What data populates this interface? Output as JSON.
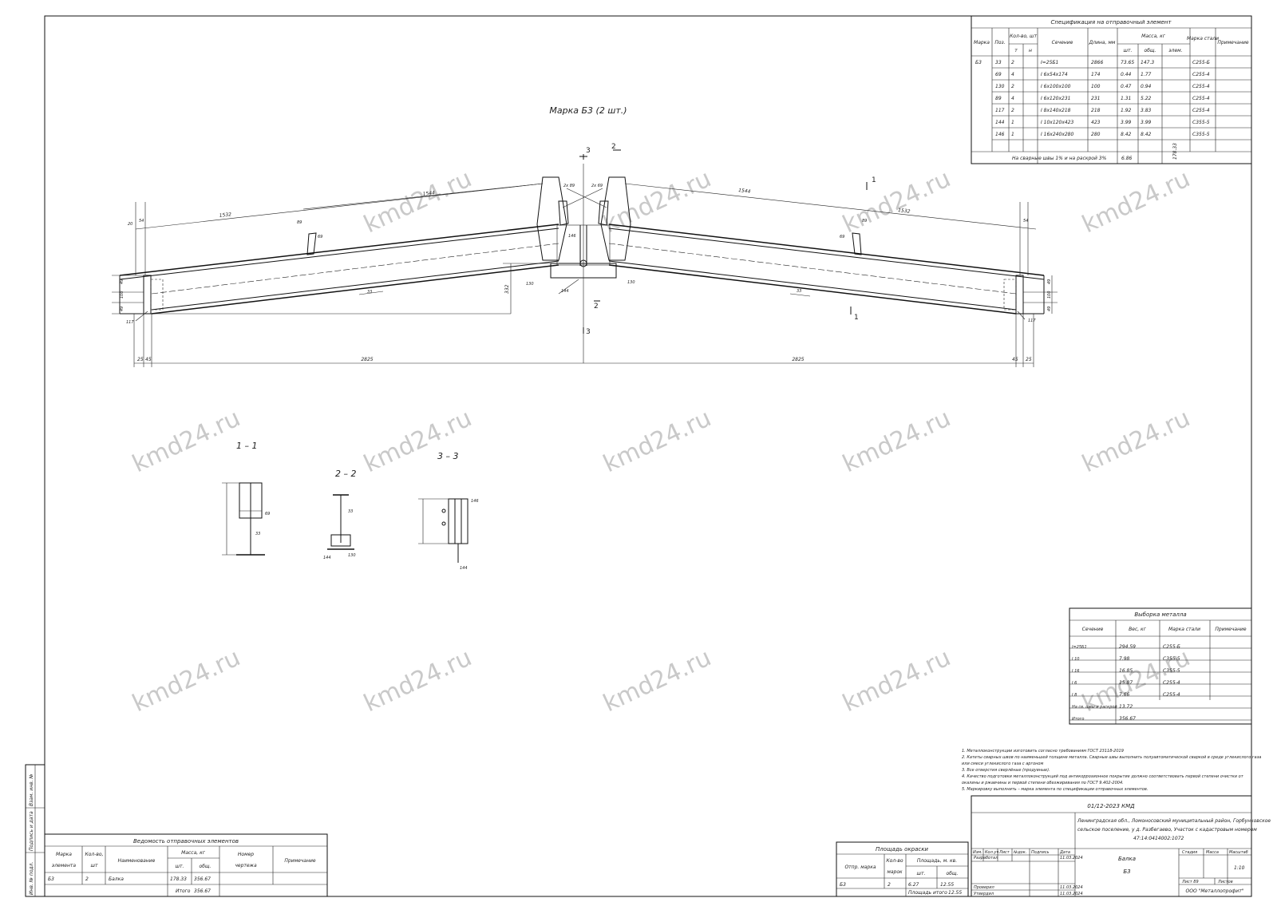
{
  "title": "Марка Б3 (2 шт.)",
  "spec": {
    "caption": "Спецификация на отправочный элемент",
    "headers": {
      "mark": "Марка",
      "pos": "Поз.",
      "qty": "Кол-во, шт",
      "qty_t": "т",
      "qty_n": "н",
      "section": "Сечение",
      "length": "Длина, мм",
      "mass": "Масса, кг",
      "mass_pc": "шт.",
      "mass_total": "общ.",
      "mass_el": "элем.",
      "steel": "Марка стали",
      "note": "Примечание"
    },
    "mark": "Б3",
    "rows": [
      {
        "pos": "33",
        "qty": "2",
        "section": "I=25Б1",
        "length": "2866",
        "m1": "73.65",
        "m2": "147.3",
        "steel": "С255-Б"
      },
      {
        "pos": "69",
        "qty": "4",
        "section": "I 6x54x174",
        "length": "174",
        "m1": "0.44",
        "m2": "1.77",
        "steel": "С255-4"
      },
      {
        "pos": "130",
        "qty": "2",
        "section": "I 6x100x100",
        "length": "100",
        "m1": "0.47",
        "m2": "0.94",
        "steel": "С255-4"
      },
      {
        "pos": "89",
        "qty": "4",
        "section": "I 6x120x231",
        "length": "231",
        "m1": "1.31",
        "m2": "5.22",
        "steel": "С255-4"
      },
      {
        "pos": "117",
        "qty": "2",
        "section": "I 8x140x218",
        "length": "218",
        "m1": "1.92",
        "m2": "3.83",
        "steel": "С255-4"
      },
      {
        "pos": "144",
        "qty": "1",
        "section": "I 10x120x423",
        "length": "423",
        "m1": "3.99",
        "m2": "3.99",
        "steel": "С355-5"
      },
      {
        "pos": "146",
        "qty": "1",
        "section": "I 16x240x280",
        "length": "280",
        "m1": "8.42",
        "m2": "8.42",
        "steel": "С355-5"
      }
    ],
    "weld_note": "На сварные швы 1% и на раскрой 3%",
    "weld_mass": "6.86",
    "element_mass": "178.33"
  },
  "metal": {
    "caption": "Выборка металла",
    "headers": [
      "Сечение",
      "Вес, кг",
      "Марка стали",
      "Примечание"
    ],
    "rows": [
      [
        "I=25Б1",
        "294.59",
        "С255-Б",
        ""
      ],
      [
        "I 10",
        "7.98",
        "С355-5",
        ""
      ],
      [
        "I 16",
        "16.85",
        "С355-5",
        ""
      ],
      [
        "I 6",
        "15.87",
        "С255-4",
        ""
      ],
      [
        "I 8",
        "7.66",
        "С255-4",
        ""
      ],
      [
        "На св. швы и раскрой",
        "13.72",
        "",
        ""
      ],
      [
        "Итого",
        "356.67",
        "",
        ""
      ]
    ]
  },
  "dispatch": {
    "caption": "Ведомость отправочных элементов",
    "headers": {
      "mark": "Марка элемента",
      "qty": "Кол-во, шт",
      "name": "Наименование",
      "mass": "Масса, кг",
      "pc": "шт.",
      "total": "общ.",
      "drawing": "Номер чертежа",
      "note": "Примечание"
    },
    "row": {
      "mark": "Б3",
      "qty": "2",
      "name": "Балка",
      "pc": "178.33",
      "total": "356.67"
    },
    "total_label": "Итого",
    "total": "356.67"
  },
  "paint": {
    "caption": "Площадь окраски",
    "headers": {
      "mark": "Отпр. марка",
      "qty": "Кол-во марок",
      "area": "Площадь, м. кв.",
      "pc": "шт.",
      "total": "общ."
    },
    "row": {
      "mark": "Б3",
      "qty": "2",
      "pc": "6.27",
      "total": "12.55"
    },
    "total_label": "Площадь итого",
    "total": "12.55"
  },
  "notes": [
    "1. Металлоконструкции изготовить согласно требованиям ГОСТ 23118-2019",
    "2. Катеты сварных швов по наименьшей толщине металла. Сварные швы выполнить полуавтоматической сваркой в среде углекислого газа",
    "или смеси углекислого газа с аргоном",
    "3. Все отверстия сверлёные (продувные).",
    "4. Качество подготовки металлоконструкций под антикоррозионное покрытие должно соответствовать первой степени очистки от",
    "окалины и ржавчины и первой степени обезжиривания по ГОСТ 9.402-2004.",
    "5. Маркировку выполнить – марка элемента по спецификации отправочных элементов."
  ],
  "stamp": {
    "code": "01/12-2023 КМД",
    "address": "Ленинградская обл., Ломоносовский муниципальный район, Горбунковское сельское поселение, у д. Разбегаево, Участок с кадастровым номером 47:14:0414002:1072",
    "cols": [
      "Изм.",
      "Кол.уч",
      "Лист",
      "№док.",
      "Подпись",
      "Дата"
    ],
    "roles": [
      "Разработал",
      "Проверил",
      "Утвердил"
    ],
    "date": "11.03.2024",
    "name": "Балка",
    "mark": "Б3",
    "stage_h": "Стадия",
    "mass_h": "Масса",
    "scale_h": "Масштаб",
    "scale": "1:10",
    "sheet": "Лист 89",
    "sheets": "Листов",
    "company": "ООО \"Металлопрофит\""
  },
  "side_labels": [
    "Взам. инв. №",
    "Подпись и дата",
    "Инв. № подл."
  ],
  "sections": [
    "1 – 1",
    "2 – 2",
    "3 – 3"
  ],
  "cut_marks": [
    "1",
    "2",
    "3"
  ],
  "dims": {
    "left_span": "2825",
    "right_span": "2825",
    "left_top": "1532",
    "right_top": "1532",
    "top_left": "1544",
    "top_right": "1544",
    "height": "332",
    "end_a": "25",
    "end_b": "45",
    "d20": "20",
    "d54": "54",
    "d49": "49",
    "d100": "100"
  },
  "labels": {
    "p33": "33",
    "p69": "69",
    "p89": "89",
    "p117": "117",
    "p130": "130",
    "p144": "144",
    "p146": "146",
    "ann2x89": "2x 89",
    "ann2x69": "2x 69"
  },
  "watermark": "kmd24.ru"
}
